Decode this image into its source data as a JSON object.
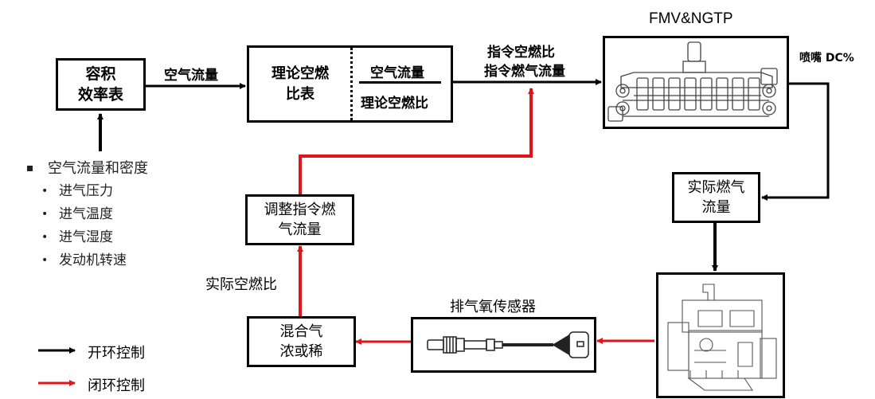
{
  "colors": {
    "open_loop": "#000000",
    "closed_loop": "#e3131a"
  },
  "blocks": {
    "ve_table": {
      "line1": "容积",
      "line2": "效率表"
    },
    "stoich_table": {
      "left_line1": "理论空燃",
      "left_line2": "比表",
      "numerator": "空气流量",
      "denominator": "理论空燃比"
    },
    "fmv": {
      "title": "FMV&NGTP",
      "image": "fuel-injector-rail-image"
    },
    "actual_fuel": {
      "line1": "实际燃气",
      "line2": "流量"
    },
    "engine": {
      "image": "engine-image"
    },
    "o2_sensor": {
      "title": "排气氧传感器",
      "image": "oxygen-sensor-image"
    },
    "mixture": {
      "line1": "混合气",
      "line2": "浓或稀"
    },
    "adjust": {
      "line1": "调整指令燃",
      "line2": "气流量"
    }
  },
  "labels": {
    "air_flow": "空气流量",
    "cmd_afr": "指令空燃比",
    "cmd_fuel_flow": "指令燃气流量",
    "nozzle_dc": "喷嘴 DC%",
    "actual_afr": "实际空燃比"
  },
  "inputs": {
    "main": "空气流量和密度",
    "items": [
      "进气压力",
      "进气温度",
      "进气湿度",
      "发动机转速"
    ]
  },
  "legend": [
    {
      "label": "开环控制",
      "type": "open_loop"
    },
    {
      "label": "闭环控制",
      "type": "closed_loop"
    }
  ]
}
